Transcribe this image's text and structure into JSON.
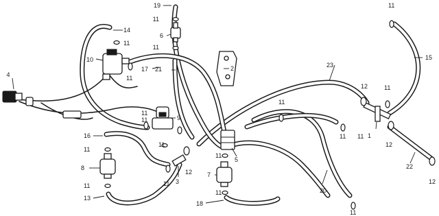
{
  "callouts": {
    "c1": "1",
    "c2": "2",
    "c3": "3",
    "c4": "4",
    "c5": "5",
    "c6": "6",
    "c7": "7",
    "c8": "8",
    "c9": "9",
    "c10": "10",
    "c11": "11",
    "c12": "12",
    "c13": "13",
    "c14": "14",
    "c15": "15",
    "c16": "16",
    "c17": "17",
    "c18": "18",
    "c19": "19",
    "c20": "20",
    "c21": "21",
    "c22": "22",
    "c23": "23"
  },
  "colors": {
    "ink": "#1a1a1a",
    "paper": "#ffffff"
  }
}
